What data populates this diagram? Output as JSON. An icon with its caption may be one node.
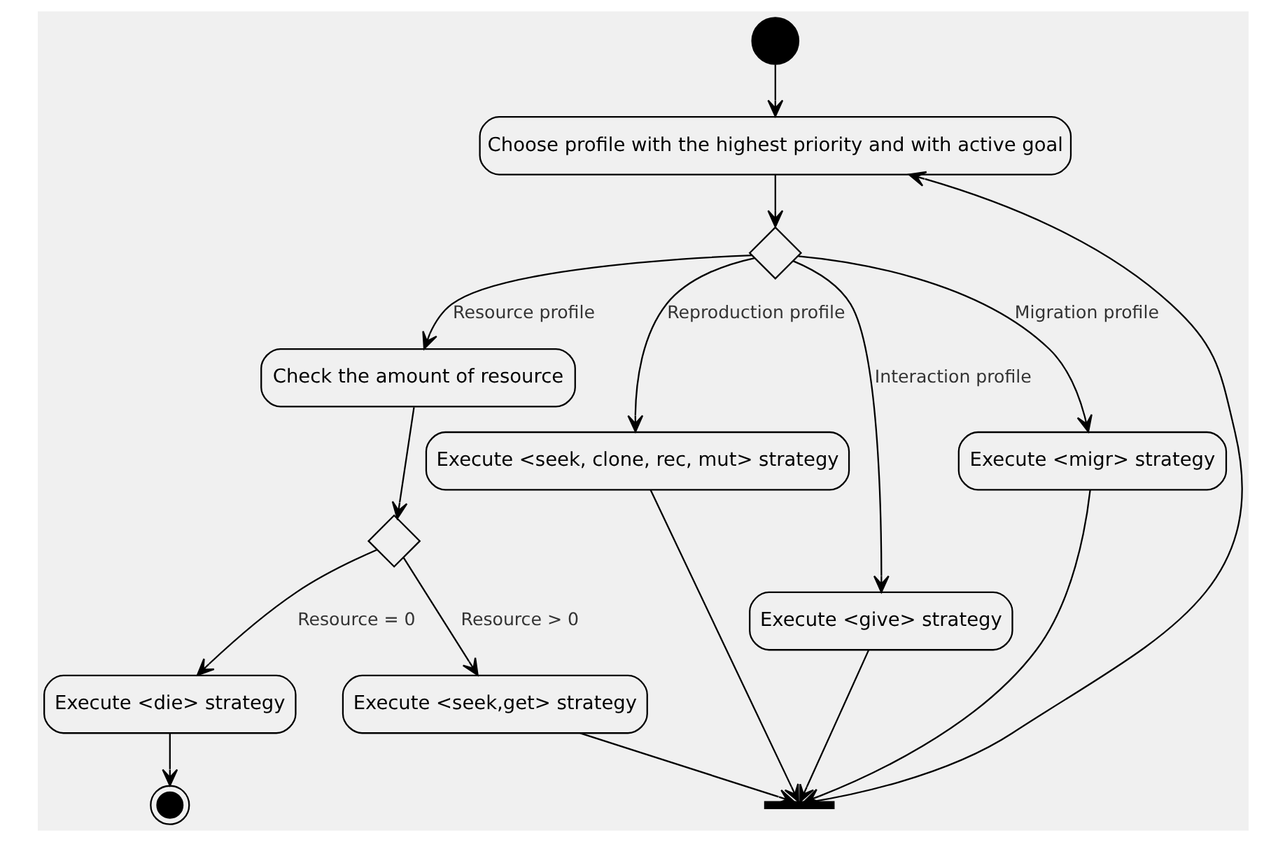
{
  "diagram": {
    "nodes": [
      {
        "text": [],
        "shape": "circle"
      },
      {
        "text": [
          "Choose profile with the highest priority and with active goal"
        ]
      },
      {
        "text": [],
        "shape": "diamond"
      },
      {
        "text": [
          "Check the amount of resource"
        ]
      },
      {
        "text": [
          "Execute <seek, clone, rec, mut> strategy"
        ]
      },
      {
        "text": [
          "Execute <give> strategy"
        ]
      },
      {
        "text": [
          "Execute <migr> strategy"
        ]
      },
      {
        "text": [],
        "shape": "diamond"
      },
      {
        "text": [
          "Execute <die> strategy"
        ]
      },
      {
        "text": [
          "Execute <seek,get> strategy"
        ]
      },
      {
        "text": [],
        "shape": "circle"
      },
      {
        "text": [],
        "shape": "bar"
      }
    ],
    "edges": [
      {
        "from": 0,
        "to": 1,
        "arrow": "to"
      },
      {
        "from": 1,
        "to": 2,
        "arrow": "to"
      },
      {
        "from": 2,
        "to": 3,
        "arrow": "to",
        "label": "Resource profile"
      },
      {
        "from": 2,
        "to": 4,
        "arrow": "to",
        "label": "Reproduction profile"
      },
      {
        "from": 2,
        "to": 5,
        "arrow": "to",
        "label": "Interaction profile"
      },
      {
        "from": 2,
        "to": 6,
        "arrow": "to",
        "label": "Migration profile"
      },
      {
        "from": 3,
        "to": 7,
        "arrow": "to"
      },
      {
        "from": 7,
        "to": 8,
        "arrow": "to",
        "label": "Resource = 0"
      },
      {
        "from": 7,
        "to": 9,
        "arrow": "to",
        "label": "Resource > 0"
      },
      {
        "from": 8,
        "to": 10,
        "arrow": "to"
      },
      {
        "from": 9,
        "to": 11,
        "arrow": "to"
      },
      {
        "from": 4,
        "to": 11,
        "arrow": "to"
      },
      {
        "from": 5,
        "to": 11,
        "arrow": "to"
      },
      {
        "from": 6,
        "to": 11,
        "arrow": "to"
      },
      {
        "from": 11,
        "to": 1,
        "arrow": "to"
      }
    ]
  }
}
